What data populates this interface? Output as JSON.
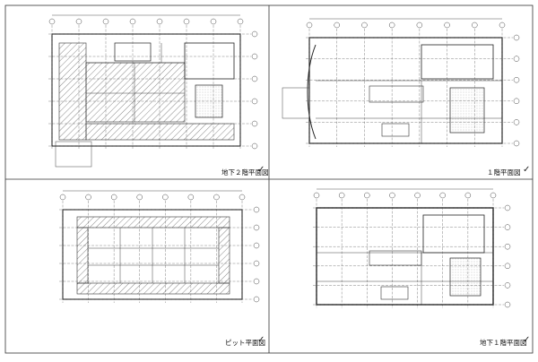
{
  "sheet": {
    "panels": [
      {
        "id": "b2",
        "title": "地下２階平面図",
        "icon": "check-pen-icon"
      },
      {
        "id": "f1",
        "title": "１階平面図",
        "icon": "check-pen-icon"
      },
      {
        "id": "pit",
        "title": "ピット平面図",
        "icon": "check-pen-icon"
      },
      {
        "id": "b1",
        "title": "地下１階平面図",
        "icon": "check-pen-icon"
      }
    ],
    "colors": {
      "line": "#2a2a2a",
      "grid": "#4a4a4a",
      "hatch": "#555555",
      "frame": "#333333"
    }
  }
}
